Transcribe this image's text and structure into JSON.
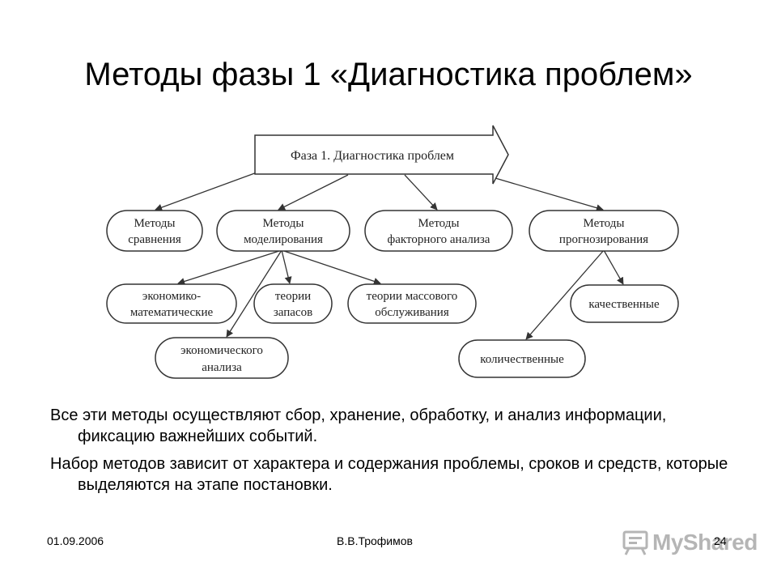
{
  "slide": {
    "title": "Методы фазы 1 «Диагностика проблем»",
    "paragraphs": [
      "Все эти методы осуществляют сбор, хранение, обработку, и анализ информации, фиксацию важнейших событий.",
      "Набор методов зависит от характера и содержания проблемы, сроков и средств, которые выделяются на этапе постановки."
    ]
  },
  "diagram": {
    "phase_arrow": "Фаза 1. Диагностика проблем",
    "methods": {
      "comparison": [
        "Методы",
        "сравнения"
      ],
      "modeling": [
        "Методы",
        "моделирования"
      ],
      "factor": [
        "Методы",
        "факторного анализа"
      ],
      "forecasting": [
        "Методы",
        "прогнозирования"
      ]
    },
    "modeling_sub": {
      "econ_math": [
        "экономико-",
        "математические"
      ],
      "inventory": [
        "теории",
        "запасов"
      ],
      "queueing": [
        "теории массового",
        "обслуживания"
      ],
      "econ_analysis": [
        "экономического",
        "анализа"
      ]
    },
    "forecasting_sub": {
      "qualitative": "качественные",
      "quantitative": "количественные"
    }
  },
  "footer": {
    "date": "01.09.2006",
    "author": "В.В.Трофимов",
    "page": "24"
  },
  "watermark": {
    "text": "MyShared",
    "icon": "presentation-board-icon"
  }
}
